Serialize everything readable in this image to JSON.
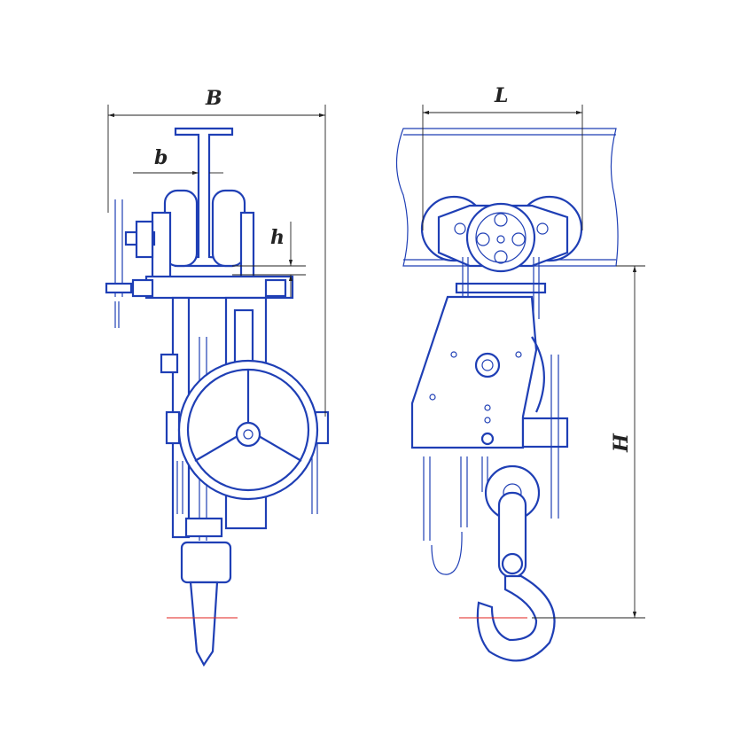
{
  "dimensions": {
    "B": "B",
    "b": "b",
    "h": "h",
    "L": "L",
    "H": "H"
  },
  "colors": {
    "outline": "#1f3fb5",
    "dimension": "#222222",
    "centerline": "#e0201c"
  }
}
